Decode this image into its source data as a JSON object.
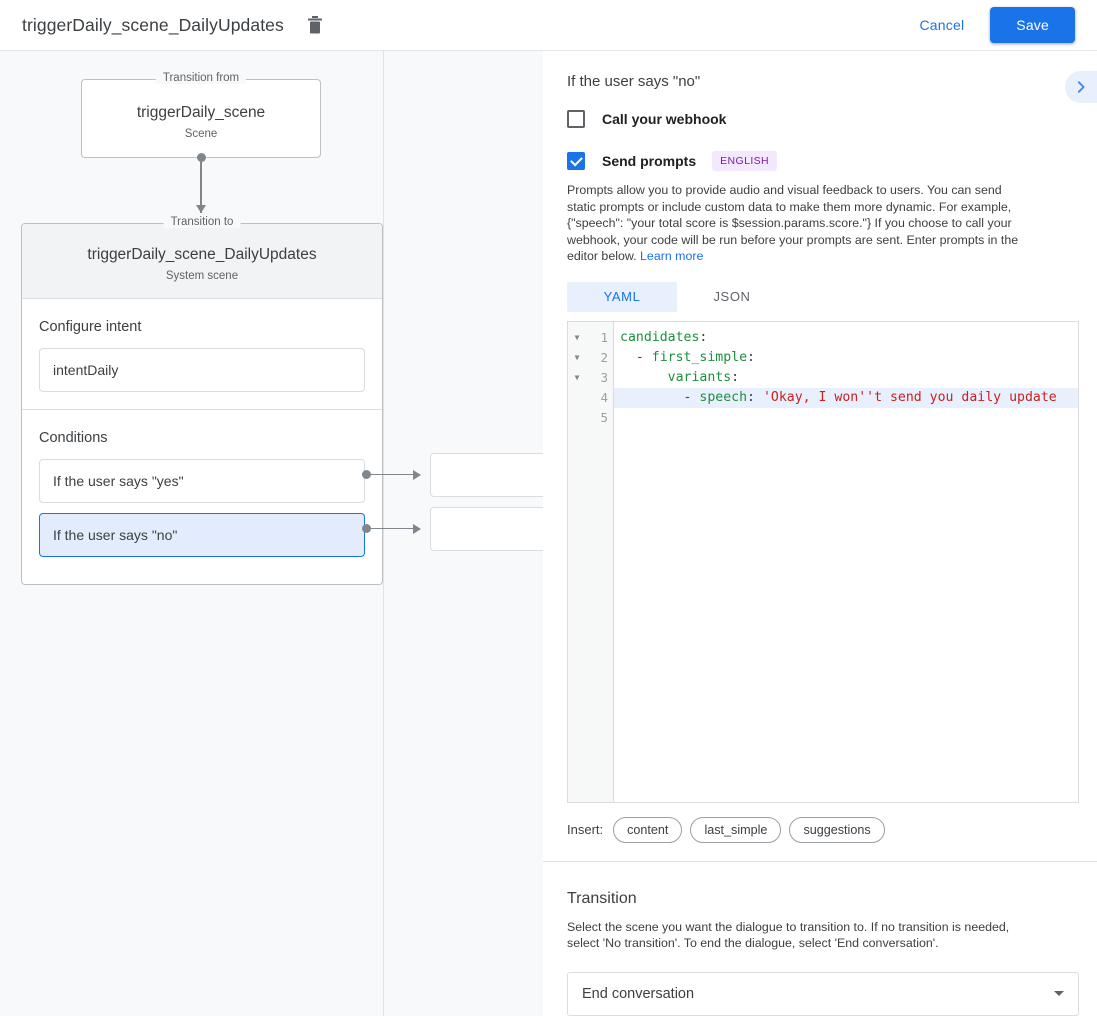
{
  "topbar": {
    "title": "triggerDaily_scene_DailyUpdates",
    "delete_icon": "trash-icon",
    "cancel_label": "Cancel",
    "save_label": "Save",
    "accent_color": "#1a73e8",
    "link_color": "#1a73e8"
  },
  "canvas": {
    "from_node": {
      "legend": "Transition from",
      "title": "triggerDaily_scene",
      "subtitle": "Scene"
    },
    "to_node": {
      "legend": "Transition to",
      "title": "triggerDaily_scene_DailyUpdates",
      "subtitle": "System scene"
    },
    "intent_section": {
      "label": "Configure intent",
      "value": "intentDaily"
    },
    "conditions_section": {
      "label": "Conditions",
      "items": [
        {
          "label": "If the user says \"yes\"",
          "selected": false
        },
        {
          "label": "If the user says \"no\"",
          "selected": true
        }
      ]
    }
  },
  "panel": {
    "title": "If the user says \"no\"",
    "expand_icon": "chevron-right-icon",
    "webhook": {
      "label": "Call your webhook",
      "checked": false
    },
    "prompts": {
      "label": "Send prompts",
      "checked": true,
      "language_badge": "ENGLISH",
      "badge_bg": "#f3e8fd",
      "badge_fg": "#7b1fa2",
      "description": "Prompts allow you to provide audio and visual feedback to users. You can send static prompts or include custom data to make them more dynamic. For example, {\"speech\": \"your total score is $session.params.score.\"} If you choose to call your webhook, your code will be run before your prompts are sent. Enter prompts in the editor below.",
      "learn_more": "Learn more"
    },
    "editor": {
      "tabs": [
        {
          "label": "YAML",
          "active": true
        },
        {
          "label": "JSON",
          "active": false
        }
      ],
      "lines": [
        {
          "num": "1",
          "fold": true,
          "highlight": false,
          "indent": "",
          "key": "candidates",
          "punct": ":",
          "value": ""
        },
        {
          "num": "2",
          "fold": true,
          "highlight": false,
          "indent": "  - ",
          "key": "first_simple",
          "punct": ":",
          "value": ""
        },
        {
          "num": "3",
          "fold": true,
          "highlight": false,
          "indent": "      ",
          "key": "variants",
          "punct": ":",
          "value": ""
        },
        {
          "num": "4",
          "fold": false,
          "highlight": true,
          "indent": "        - ",
          "key": "speech",
          "punct": ": ",
          "value": "'Okay, I won''t send you daily update"
        },
        {
          "num": "5",
          "fold": false,
          "highlight": false,
          "indent": "",
          "key": "",
          "punct": "",
          "value": ""
        }
      ],
      "key_color": "#1e8e3e",
      "string_color": "#c5221f",
      "highlight_color": "#e8f0fe"
    },
    "insert": {
      "label": "Insert:",
      "chips": [
        "content",
        "last_simple",
        "suggestions"
      ]
    },
    "transition": {
      "title": "Transition",
      "description": "Select the scene you want the dialogue to transition to. If no transition is needed, select 'No transition'. To end the dialogue, select 'End conversation'.",
      "selected": "End conversation",
      "caret_icon": "caret-down-icon"
    }
  }
}
